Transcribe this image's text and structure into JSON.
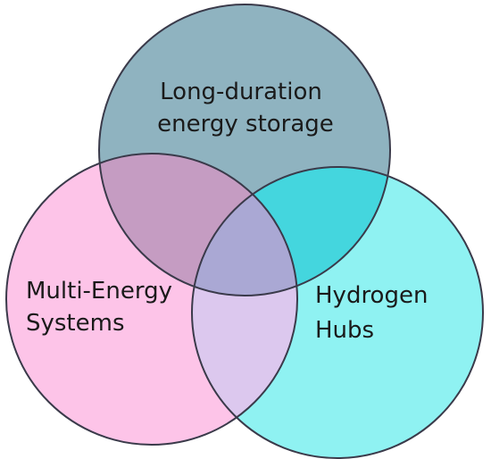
{
  "diagram": {
    "circles": [
      {
        "id": "top",
        "lines": [
          "Long-duration",
          "energy storage"
        ],
        "fill": "#8fb3c0"
      },
      {
        "id": "left",
        "lines": [
          "Multi-Energy",
          "Systems"
        ],
        "fill": "#fdc4e8"
      },
      {
        "id": "right",
        "lines": [
          "Hydrogen",
          "Hubs"
        ],
        "fill": "#8ff2f2"
      }
    ],
    "overlap_colors": {
      "top_left": "#c59cc2",
      "top_right": "#44d6de",
      "left_right": "#dcc8ee",
      "all": "#aaa8d4"
    },
    "stroke_color": "#3a3a4a"
  }
}
